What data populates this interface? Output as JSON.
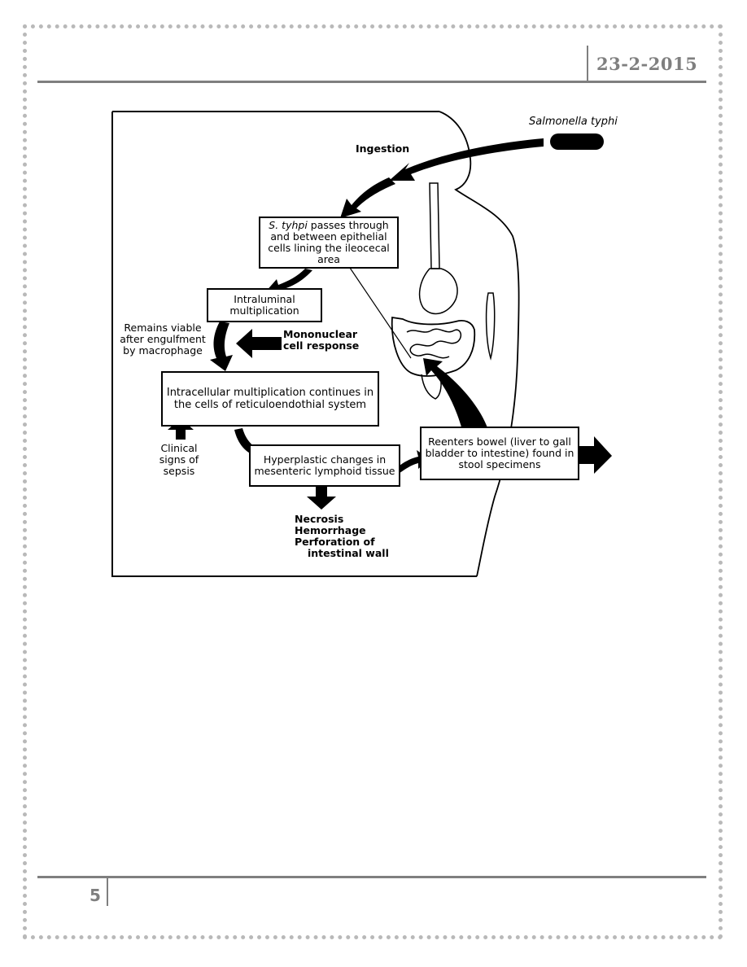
{
  "header": {
    "date": "23-2-2015"
  },
  "footer": {
    "page_number": "5"
  },
  "diagram": {
    "organism": "Salmonella typhi",
    "ingestion": "Ingestion",
    "box_passes": {
      "italic": "S. tyhpi",
      "rest": " passes through and between epithelial cells lining the ileocecal area"
    },
    "box_intraluminal": "Intraluminal multiplication",
    "remains_viable": "Remains viable after engulfment by macrophage",
    "mononuclear": "Mononuclear cell response",
    "box_intracellular": "Intracellular multiplication continues in the cells of reticuloendothial system",
    "clinical_signs": "Clinical signs of sepsis",
    "box_hyperplastic": "Hyperplastic changes in mesenteric lymphoid tissue",
    "box_reenters": "Reenters bowel (liver to gall bladder to intestine) found in stool specimens",
    "outcomes": [
      "Necrosis",
      "Hemorrhage",
      "Perforation of",
      "intestinal wall"
    ]
  }
}
